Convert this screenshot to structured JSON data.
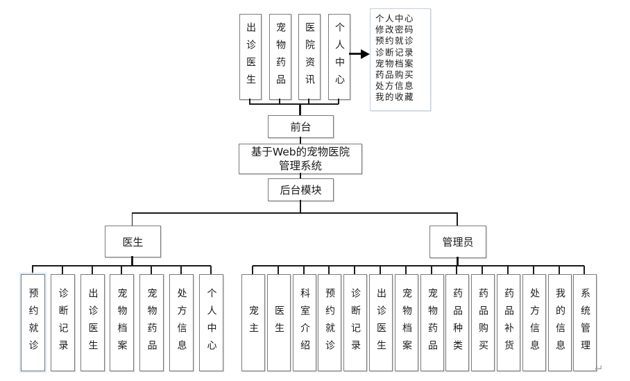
{
  "title_node": {
    "line1": "基于Web的宠物医院",
    "line2": "管理系统"
  },
  "front_node": {
    "label": "前台"
  },
  "backend_node": {
    "label": "后台模块"
  },
  "doctor_node": {
    "label": "医生"
  },
  "admin_node": {
    "label": "管理员"
  },
  "front_modules": [
    {
      "label": "出诊医生"
    },
    {
      "label": "宠物药品"
    },
    {
      "label": "医院资讯"
    },
    {
      "label": "个人中心"
    }
  ],
  "info_box": {
    "lines": [
      "个人中心",
      "修改密码",
      "预约就诊",
      "诊断记录",
      "宠物档案",
      "药品购买",
      "处方信息",
      "我的收藏"
    ]
  },
  "doctor_modules": [
    {
      "label": "预约就诊"
    },
    {
      "label": "诊断记录"
    },
    {
      "label": "出诊医生"
    },
    {
      "label": "宠物档案"
    },
    {
      "label": "宠物药品"
    },
    {
      "label": "处方信息"
    },
    {
      "label": "个人中心"
    }
  ],
  "admin_modules": [
    {
      "label": "宠主"
    },
    {
      "label": "医生"
    },
    {
      "label": "科室介绍"
    },
    {
      "label": "预约就诊"
    },
    {
      "label": "诊断记录"
    },
    {
      "label": "出诊医生"
    },
    {
      "label": "宠物档案"
    },
    {
      "label": "宠物药品"
    },
    {
      "label": "药品种类"
    },
    {
      "label": "药品购买"
    },
    {
      "label": "药品补货"
    },
    {
      "label": "处方信息"
    },
    {
      "label": "我的信息"
    },
    {
      "label": "系统管理"
    }
  ],
  "artifacts": {
    "return_mark": "↵"
  },
  "colors": {
    "line": "#1a1a1a",
    "box_border": "#7a7a7a",
    "info_border": "#c3cedb",
    "text": "#1a1a1a"
  }
}
